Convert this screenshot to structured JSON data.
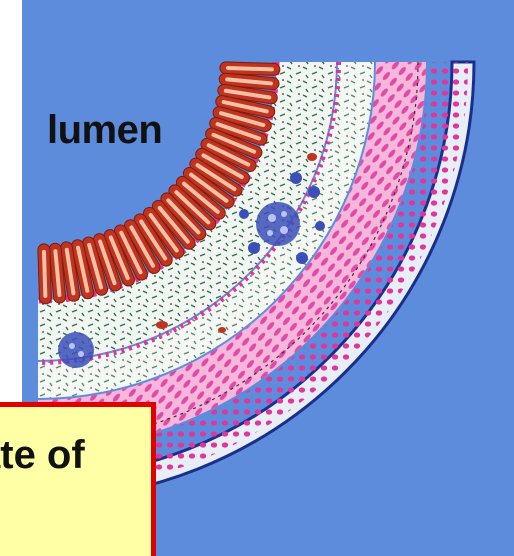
{
  "labels": {
    "lumen": "lumen",
    "callout": "ate of"
  },
  "colors": {
    "background": "#5e8cdc",
    "villi": "#c0341f",
    "lamina_propria": "#f3f7f2",
    "epithelium_dots": "#e0359a",
    "lymphoid": "#3b4fb8",
    "muscle": "#f07fc4",
    "callout_fill": "#ffffa6",
    "callout_border": "#e00000"
  },
  "icons": {
    "panel": "intestinal-wall-cross-section"
  }
}
